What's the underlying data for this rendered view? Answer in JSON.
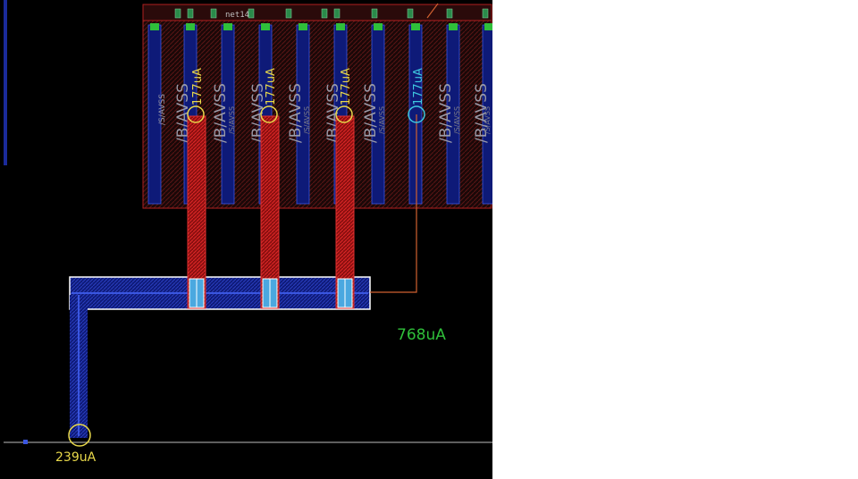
{
  "layout_view": {
    "net_label": "net14",
    "pin_labels": [
      "/S/AVSS",
      "/B/AVSS",
      "/B/AVSS",
      "/B/AVSS",
      "/B/AVSS",
      "/B/AVSS",
      "/B/AVSS",
      "/B/AVSS",
      "/B/AVSS"
    ],
    "small_pin_labels": [
      "/S/AVSS",
      "/S/AVSS",
      "/S/AVSS",
      "/S/AVSS",
      "/S/AVSS"
    ],
    "probe_currents": [
      {
        "label": "177uA",
        "color": "#e8d84a"
      },
      {
        "label": "177uA",
        "color": "#e8d84a"
      },
      {
        "label": "177uA",
        "color": "#e8d84a"
      },
      {
        "label": "177uA",
        "color": "#3ec8e0"
      }
    ],
    "bus_current": {
      "label": "768uA",
      "color": "#2fbf3a"
    },
    "source_current": {
      "label": "239uA",
      "color": "#e8d84a"
    },
    "colors": {
      "background": "#000000",
      "metal_blue": "#1a2a9a",
      "metal_red": "#c01818",
      "via": "#4aa8e0",
      "highlight": "#ffffff",
      "outline_red": "#b02020"
    }
  }
}
